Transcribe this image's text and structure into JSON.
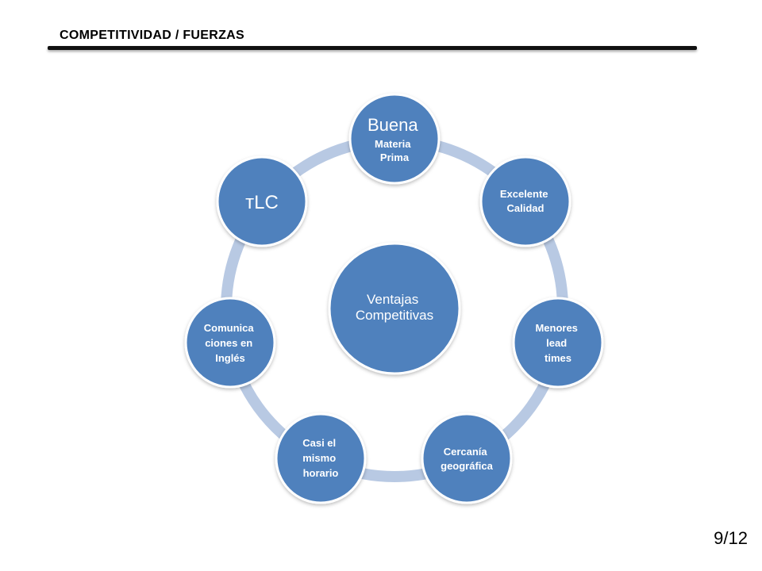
{
  "header": {
    "title": "COMPETITIVIDAD / FUERZAS"
  },
  "diagram": {
    "center": {
      "lines": [
        "Ventajas",
        "Competitivas"
      ]
    },
    "nodes": [
      {
        "id": "buena",
        "lines": [
          "Buena"
        ],
        "sublines": [
          "Materia",
          "Prima"
        ]
      },
      {
        "id": "excelente",
        "lines": [
          "Excelente",
          "Calidad"
        ]
      },
      {
        "id": "menores",
        "lines": [
          "Menores",
          "lead",
          "times"
        ]
      },
      {
        "id": "cercania",
        "lines": [
          "Cercanía",
          "geográfica"
        ]
      },
      {
        "id": "casi",
        "lines": [
          "Casi el",
          "mismo",
          "horario"
        ]
      },
      {
        "id": "comunicaciones",
        "lines": [
          "Comunica",
          "ciones en",
          "Inglés"
        ]
      },
      {
        "id": "tlc",
        "lines": [
          "тLC"
        ]
      }
    ],
    "colors": {
      "node_fill": "#4f81bd",
      "node_stroke": "#ffffff",
      "ring": "#b8c9e3",
      "text": "#ffffff"
    }
  },
  "footer": {
    "page_number": "9/12"
  }
}
